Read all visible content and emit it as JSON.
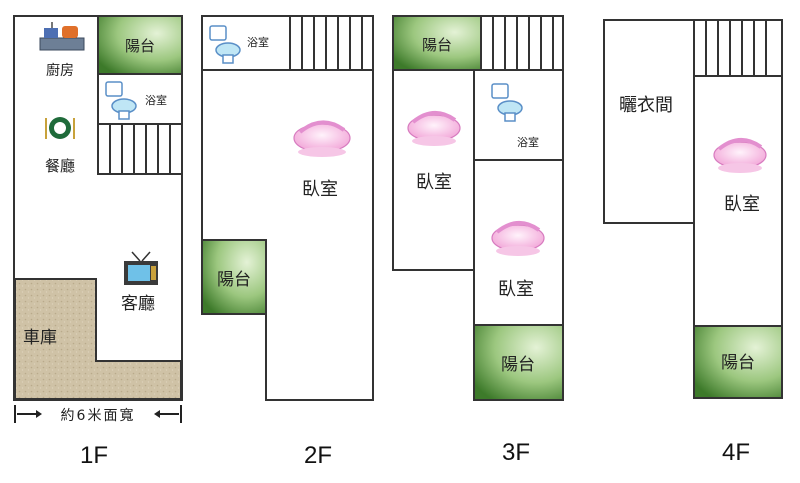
{
  "floors": {
    "f1": {
      "label": "1F",
      "kitchen": "廚房",
      "bath": "浴室",
      "balcony": "陽台",
      "dining": "餐廳",
      "living": "客廳",
      "garage": "車庫",
      "width_note": "約6米面寬"
    },
    "f2": {
      "label": "2F",
      "bath": "浴室",
      "bedroom": "臥室",
      "balcony": "陽台"
    },
    "f3": {
      "label": "3F",
      "balcony_top": "陽台",
      "bath": "浴室",
      "bedroom_left": "臥室",
      "bedroom_right": "臥室",
      "balcony_bottom": "陽台"
    },
    "f4": {
      "label": "4F",
      "drying_room": "曬衣間",
      "bedroom": "臥室",
      "balcony": "陽台"
    }
  },
  "colors": {
    "balcony_green_light": "#d9ecc8",
    "balcony_green_dark": "#3d7a2a",
    "garage_fill": "#cfc2a6",
    "wall": "#333333"
  },
  "icons": [
    "kitchen-stove-icon",
    "toilet-icon",
    "dining-plate-icon",
    "tv-icon",
    "bed-icon"
  ]
}
